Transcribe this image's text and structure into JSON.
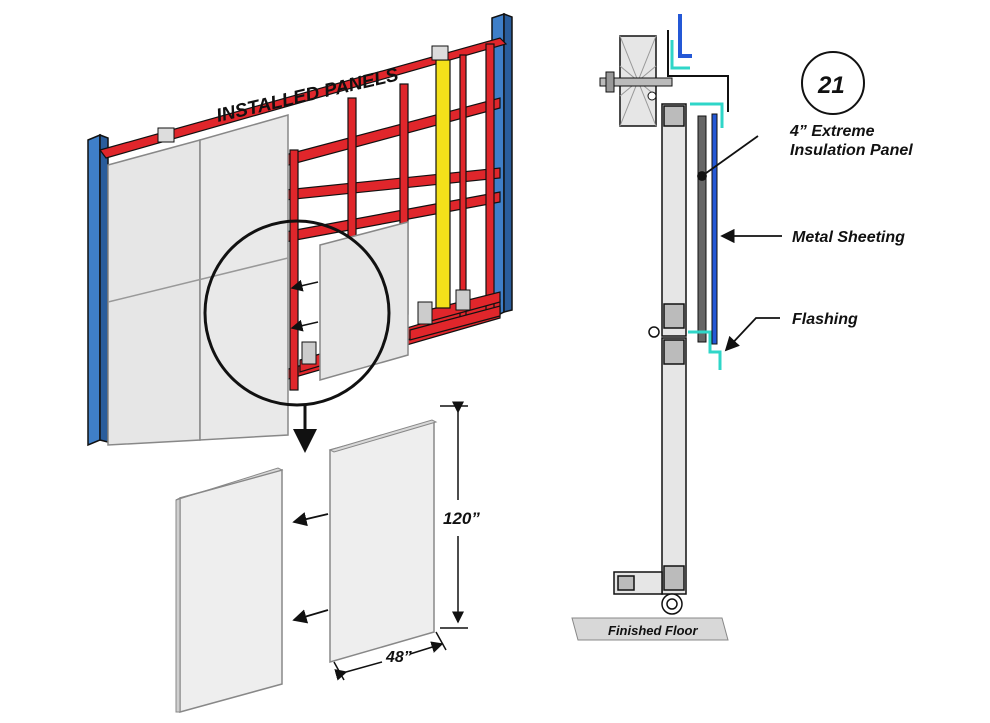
{
  "labels": {
    "installed_panels": "INSTALLED PANELS",
    "detail_number": "21",
    "insulation_line1": "4” Extreme",
    "insulation_line2": "Insulation Panel",
    "metal_sheeting": "Metal Sheeting",
    "flashing": "Flashing",
    "finished_floor": "Finished Floor",
    "height_dim": "120”",
    "width_dim": "48”"
  },
  "colors": {
    "steel_frame": "#e0262b",
    "column": "#3f7fc8",
    "panel": "#e6e6e6",
    "yellow_post": "#f4e11a",
    "flashing": "#2fd6c8",
    "sheeting": "#2458d6",
    "outline": "#111111"
  }
}
